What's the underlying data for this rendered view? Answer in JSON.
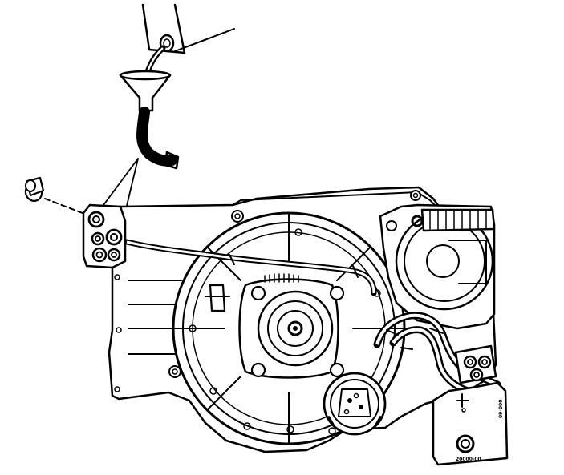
{
  "figure": {
    "background": "#ffffff",
    "line_color": "#000000"
  },
  "labels": {
    "label_plate_code": "20000-00",
    "side_label_code": "09-000"
  },
  "icons": [
    "oil-bottle-icon",
    "funnel-icon",
    "hose-icon",
    "pointer-lines",
    "removed-cap-icon",
    "blower-wheel-icon",
    "inducer-motor-icon",
    "pressure-switch-icon",
    "drain-ports-icon",
    "label-plate-icon"
  ]
}
